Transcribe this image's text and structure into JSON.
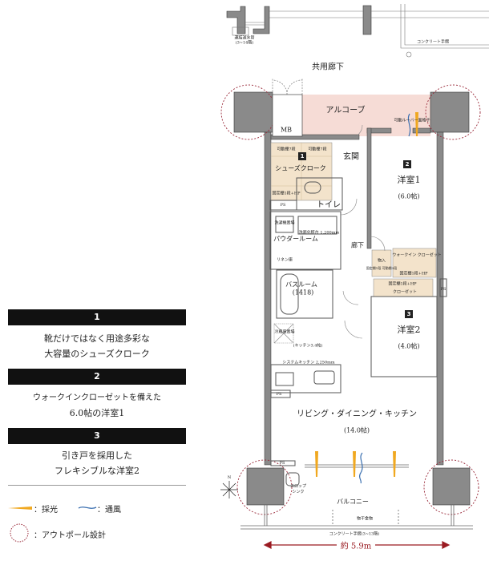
{
  "features": [
    {
      "num": "1",
      "line1": "靴だけではなく用途多彩な",
      "line2": "大容量のシューズクローク"
    },
    {
      "num": "2",
      "line1": "ウォークインクローゼットを備えた",
      "line2": "6.0帖の洋室1"
    },
    {
      "num": "3",
      "line1": "引き戸を採用した",
      "line2": "フレキシブルな洋室2"
    }
  ],
  "legend": {
    "light": "：採光",
    "wind": "：通風",
    "outpole": "：アウトポール設計"
  },
  "colors": {
    "light": "#f0a820",
    "wind": "#3a6fb0",
    "outpole": "#9a2a3a",
    "storage": "#f3e3cb",
    "alcove": "#f6dcd6",
    "wall": "#8a8a8a",
    "arrow": "#9a1b22"
  },
  "plan": {
    "standpipe": "連結送水管",
    "standpipe_floors": "(3~14階)",
    "concrete_rail_top": "コンクリート手摺",
    "common_corridor": "共用廊下",
    "alcove": "アルコーブ",
    "mb": "MB",
    "louver": "可動ルーバー面格子",
    "shelf_a": "可動棚7段",
    "shelf_b": "可動棚7段",
    "shoe_cloak": "シューズクローク",
    "shoe_fixed": "固定棚1段+HP",
    "entrance": "玄関",
    "room1": "洋室1",
    "room1_size": "(6.0帖)",
    "toilet": "トイレ",
    "ps1": "PS",
    "washer": "洗濯機置場",
    "vanity": "洗面化粧台 1,200mm",
    "powder": "パウダールーム",
    "linen": "リネン庫",
    "hallway": "廊下",
    "storage": "物入",
    "storage_shelf": "固定棚1段 可動棚3段",
    "wic": "ウォークイン クローゼット",
    "wic_shelf": "固定棚1段+HP",
    "closet_shelf": "固定棚1段+HP",
    "closet": "クローゼット",
    "ps2": "PS",
    "bath": "バスルーム",
    "bath_size": "(1418)",
    "room2": "洋室2",
    "room2_size": "(4.0帖)",
    "fridge": "冷蔵庫置場",
    "kitchen": "(キッチン3.4帖)",
    "system_kitchen": "システムキッチン 2,250mm",
    "ps3": "PS",
    "ldk": "リビング・ダイニング・キッチン",
    "ldk_size": "(14.0帖)",
    "ps4": "PS",
    "slop_sink": "スロップシンク",
    "balcony": "バルコニー",
    "drying": "物干金物",
    "concrete_rail_bottom": "コンクリート手摺(3~13階)",
    "width": "約 5.9m",
    "north": "N"
  }
}
